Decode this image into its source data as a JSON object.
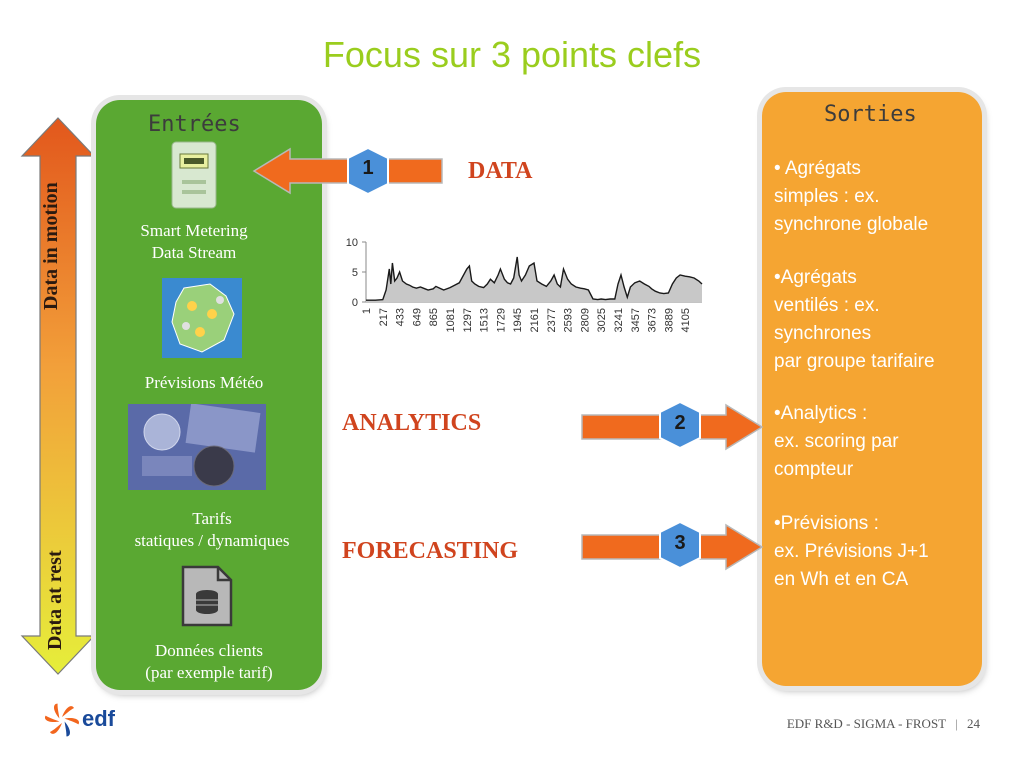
{
  "title": "Focus sur 3 points clefs",
  "entrees": {
    "title": "Entrées",
    "items": [
      {
        "label_lines": [
          "Smart Metering",
          "Data Stream"
        ],
        "icon": "smart-meter-icon"
      },
      {
        "label_lines": [
          "Prévisions Météo"
        ],
        "icon": "weather-map-icon"
      },
      {
        "label_lines": [
          "Tarifs",
          "statiques / dynamiques"
        ],
        "icon": "tariff-photo-icon"
      },
      {
        "label_lines": [
          "Données clients",
          "(par exemple tarif)"
        ],
        "icon": "database-file-icon"
      }
    ]
  },
  "sorties": {
    "title": "Sorties",
    "blocks": [
      {
        "lines": [
          "• Agrégats",
          "simples : ex.",
          "synchrone globale"
        ]
      },
      {
        "lines": [
          "•Agrégats",
          "ventilés : ex.",
          "synchrones",
          "par groupe tarifaire"
        ]
      },
      {
        "lines": [
          "•Analytics :",
          "ex. scoring par",
          "compteur"
        ]
      },
      {
        "lines": [
          "•Prévisions :",
          "ex. Prévisions J+1",
          "en Wh et en CA"
        ]
      }
    ]
  },
  "vertical_axis": {
    "top_label": "Data in motion",
    "bottom_label": "Data at rest"
  },
  "flows": [
    {
      "number": "1",
      "label": "DATA"
    },
    {
      "number": "2",
      "label": "ANALYTICS"
    },
    {
      "number": "3",
      "label": "FORECASTING"
    }
  ],
  "footer": {
    "logo_text": "edf",
    "credit": "EDF R&D - SIGMA - FROST",
    "page": "24"
  },
  "colors": {
    "title": "#9acd1e",
    "entrees_panel": "#5aa832",
    "sorties_panel": "#f5a532",
    "arrow": "#f06a1e",
    "flow_label": "#d0441e",
    "badge": "#4a90d9"
  },
  "chart_data": {
    "type": "area",
    "y_ticks": [
      "0",
      "5",
      "10"
    ],
    "ylim": [
      0,
      10
    ],
    "x_ticks": [
      "1",
      "217",
      "433",
      "649",
      "865",
      "1081",
      "1297",
      "1513",
      "1729",
      "1945",
      "2161",
      "2377",
      "2593",
      "2809",
      "3025",
      "3241",
      "3457",
      "3673",
      "3889",
      "4105"
    ],
    "xlim": [
      1,
      4321
    ],
    "series": [
      {
        "x": [
          1,
          120,
          217,
          260,
          300,
          320,
          340,
          370,
          400,
          433,
          470,
          520,
          560,
          600,
          649,
          700,
          760,
          800,
          865,
          900,
          950,
          1000,
          1081,
          1140,
          1200,
          1297,
          1330,
          1360,
          1400,
          1450,
          1513,
          1560,
          1600,
          1650,
          1700,
          1729,
          1780,
          1820,
          1860,
          1900,
          1945,
          1970,
          2000,
          2050,
          2100,
          2161,
          2200,
          2260,
          2320,
          2377,
          2420,
          2460,
          2500,
          2540,
          2593,
          2640,
          2700,
          2760,
          2809,
          2860,
          2920,
          2980,
          3025,
          3080,
          3140,
          3200,
          3241,
          3280,
          3320,
          3360,
          3400,
          3457,
          3520,
          3580,
          3640,
          3673,
          3720,
          3780,
          3830,
          3889,
          3940,
          3990,
          4040,
          4105,
          4160,
          4220,
          4280,
          4321
        ],
        "y": [
          0.3,
          0.3,
          0.4,
          2.0,
          5.5,
          3.0,
          6.5,
          3.5,
          4.0,
          5.0,
          3.5,
          3.0,
          2.8,
          2.5,
          2.3,
          2.5,
          2.2,
          2.0,
          2.2,
          2.6,
          2.3,
          2.0,
          2.4,
          2.8,
          3.2,
          5.5,
          6.0,
          3.5,
          3.0,
          2.6,
          2.4,
          3.0,
          3.8,
          3.2,
          4.5,
          5.5,
          3.8,
          3.2,
          3.0,
          4.0,
          7.5,
          4.5,
          3.5,
          4.5,
          6.0,
          6.5,
          3.5,
          3.0,
          2.6,
          3.5,
          4.5,
          3.0,
          2.5,
          5.5,
          3.8,
          3.0,
          2.5,
          2.3,
          2.2,
          2.0,
          0.5,
          0.4,
          0.5,
          0.4,
          0.5,
          0.5,
          3.0,
          4.5,
          2.5,
          0.8,
          2.5,
          3.2,
          3.5,
          3.0,
          2.6,
          2.2,
          1.8,
          1.5,
          1.4,
          1.5,
          3.0,
          4.0,
          4.5,
          4.3,
          4.2,
          4.0,
          3.5,
          3.0
        ]
      }
    ]
  }
}
